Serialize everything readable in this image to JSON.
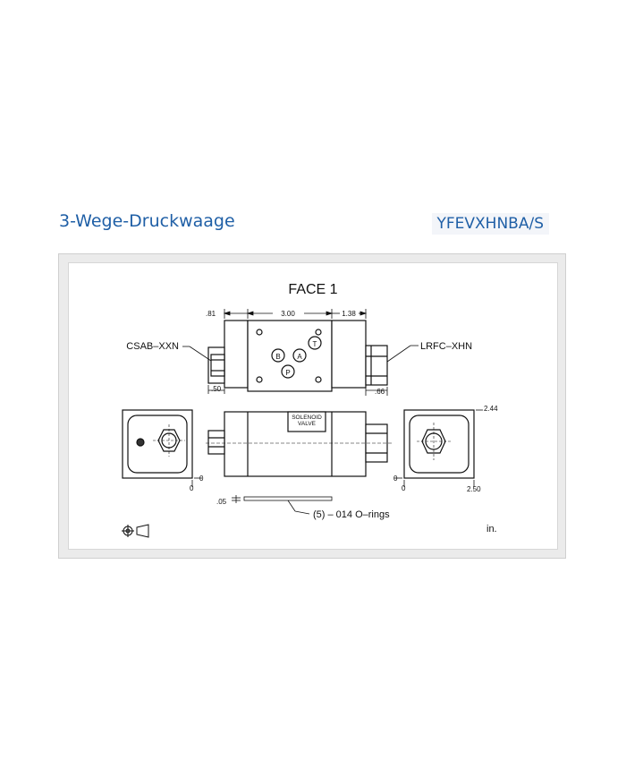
{
  "header": {
    "title": "3-Wege-Druckwaage",
    "model_code": "YFEVXHNBA/S"
  },
  "drawing": {
    "face_label": "FACE 1",
    "left_cartridge_label": "CSAB–XXN",
    "right_cartridge_label": "LRFC–XHN",
    "solenoid_label_line1": "SOLENOID",
    "solenoid_label_line2": "VALVE",
    "port_b": "B",
    "port_a": "A",
    "port_t": "T",
    "port_p": "P",
    "dim_081": ".81",
    "dim_300": "3.00",
    "dim_138": "1.38",
    "dim_050": ".50",
    "dim_066": ".66",
    "dim_244": "2.44",
    "dim_250": "2.50",
    "dim_zero_a": "0",
    "dim_zero_b": "0",
    "dim_zero_c": "0",
    "dim_zero_d": "0",
    "dim_005": ".05",
    "oring_label": "(5) – 014 O–rings",
    "units": "in."
  }
}
